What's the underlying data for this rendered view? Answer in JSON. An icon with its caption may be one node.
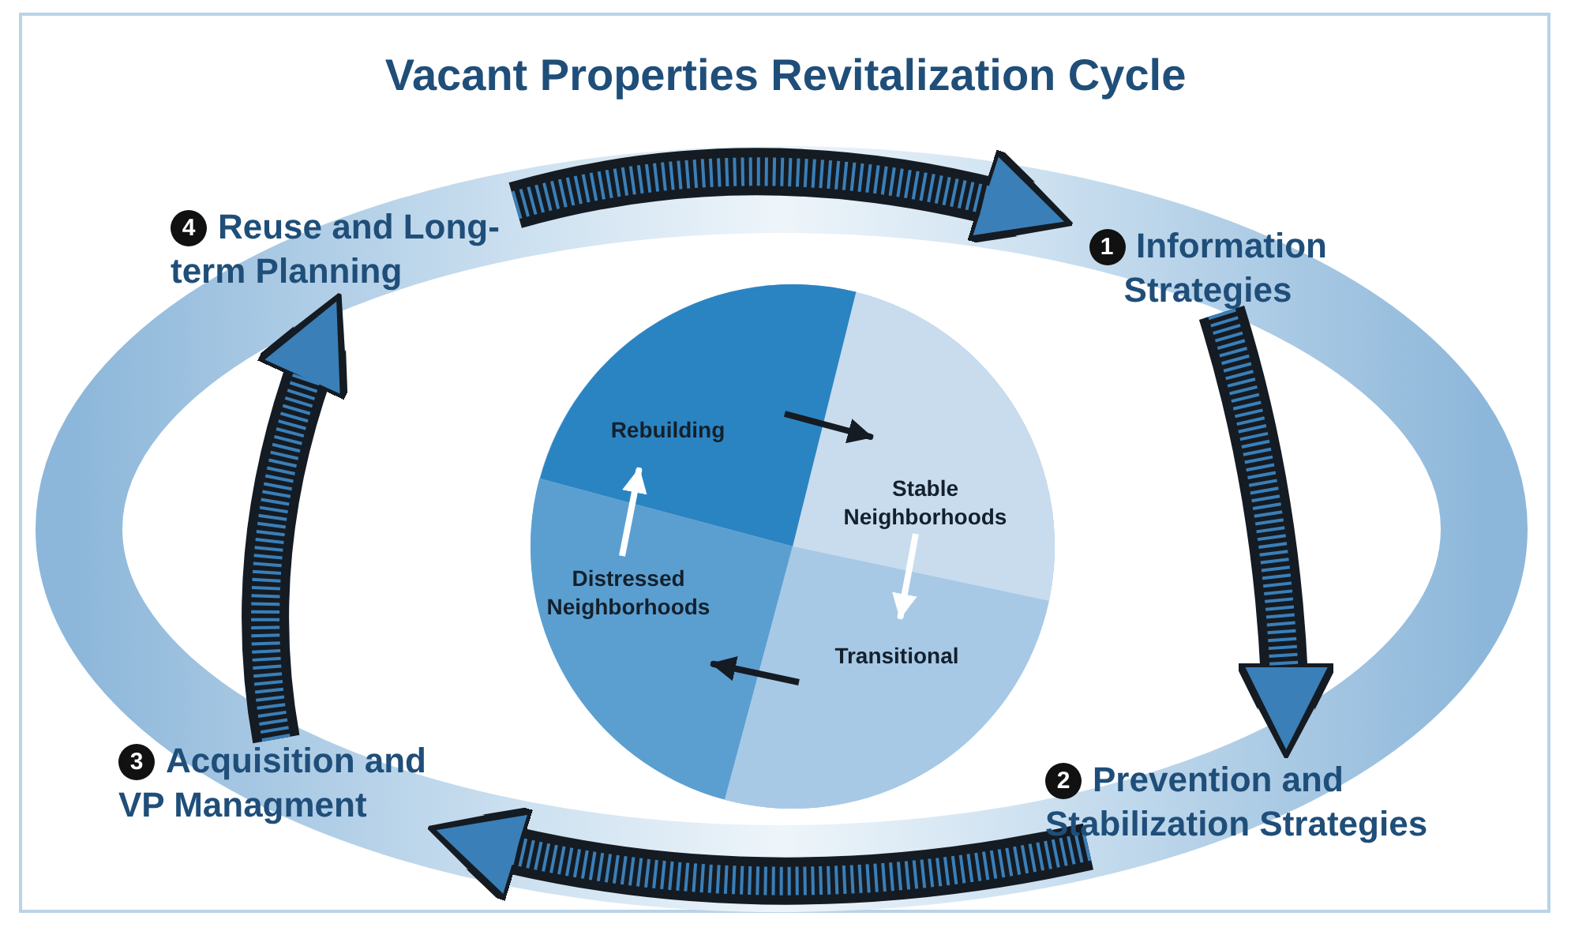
{
  "diagram": {
    "title": "Vacant Properties Revitalization Cycle",
    "nodes": [
      {
        "text": [
          "4",
          "Reuse and Long-term Planning"
        ]
      },
      {
        "text": [
          "1",
          "Information Strategies"
        ]
      },
      {
        "text": [],
        "shape": "circle"
      },
      {
        "text": [
          "Rebuilding"
        ],
        "in": 2
      },
      {
        "text": [
          "Stable Neighborhoods"
        ],
        "in": 2
      },
      {
        "text": [
          "Distressed Neighborhoods"
        ],
        "in": 2
      },
      {
        "text": [
          "Transitional"
        ],
        "in": 2
      },
      {
        "text": [
          "3",
          "Acquisition and VP Managment"
        ]
      },
      {
        "text": [
          "2",
          "Prevention and Stabilization Strategies"
        ]
      }
    ],
    "edges": [
      {
        "from": 0,
        "to": 1,
        "arrow": "to",
        "style": "thick"
      },
      {
        "from": 1,
        "to": 8,
        "arrow": "to",
        "style": "thick"
      },
      {
        "from": 8,
        "to": 7,
        "arrow": "to",
        "style": "thick"
      },
      {
        "from": 7,
        "to": 0,
        "arrow": "to",
        "style": "thick"
      },
      {
        "from": 3,
        "to": 4,
        "arrow": "to"
      },
      {
        "from": 4,
        "to": 6,
        "arrow": "to",
        "color": "#ffffff"
      },
      {
        "from": 6,
        "to": 5,
        "arrow": "to"
      },
      {
        "from": 5,
        "to": 3,
        "arrow": "to",
        "color": "#ffffff"
      }
    ]
  }
}
